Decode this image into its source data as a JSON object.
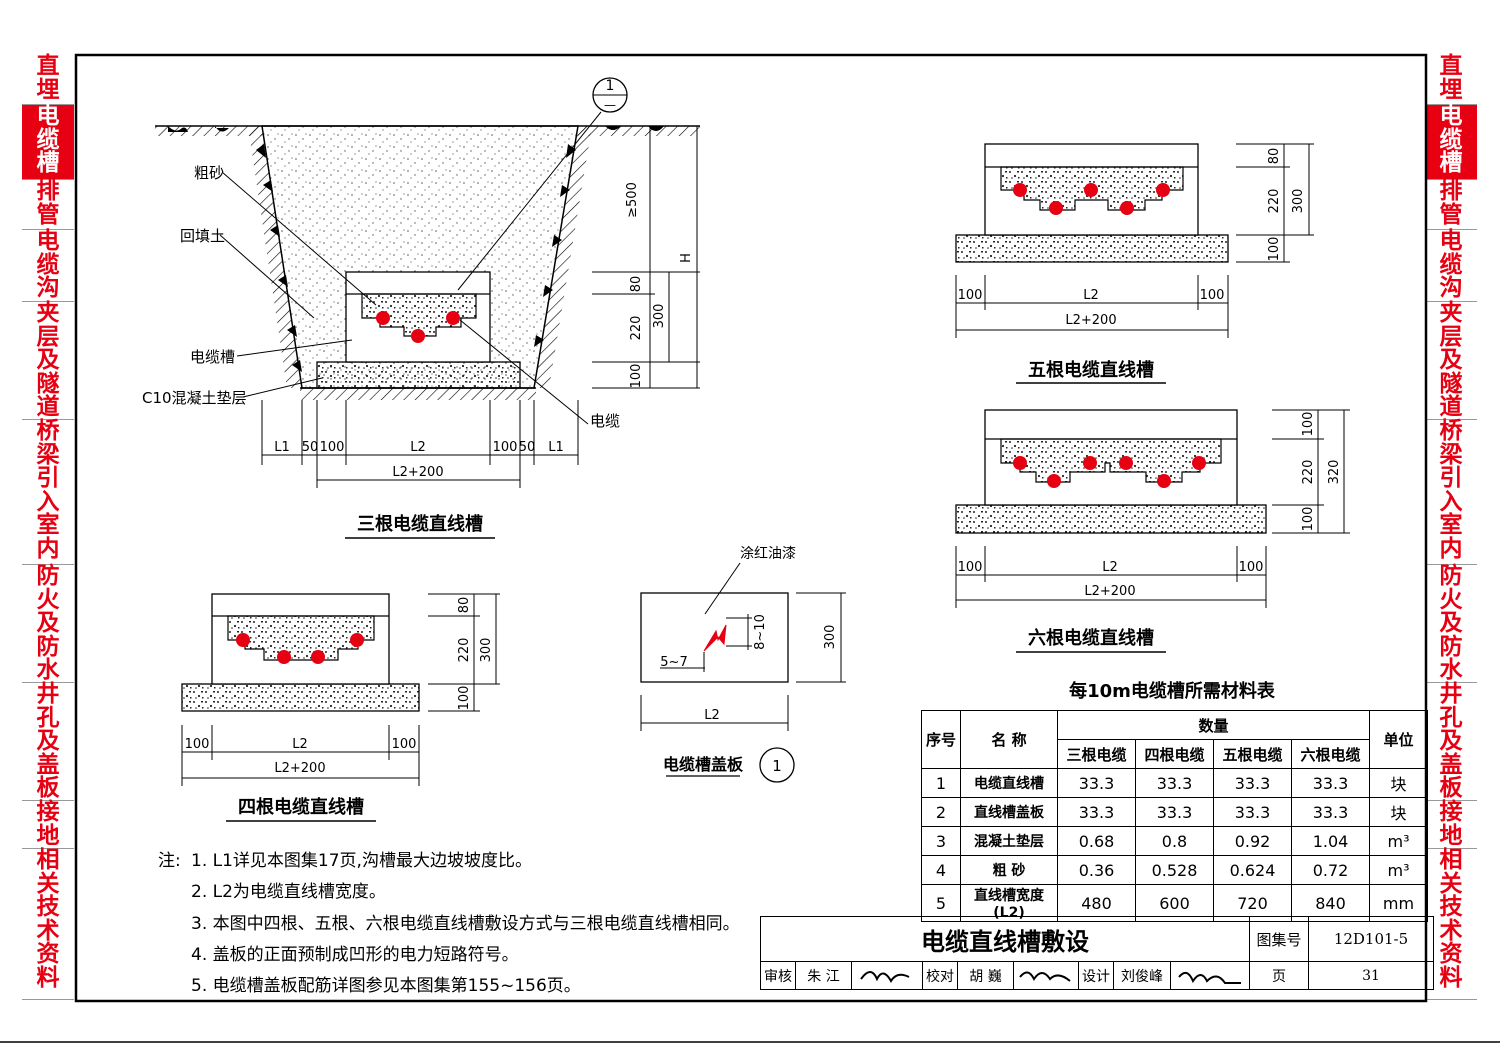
{
  "side_tabs": {
    "left": [
      {
        "text": "直埋",
        "active": false,
        "h": 50
      },
      {
        "text": "电缆槽",
        "active": true,
        "h": 75
      },
      {
        "text": "排管",
        "active": false,
        "h": 50
      },
      {
        "text": "电缆沟",
        "active": false,
        "h": 72
      },
      {
        "text": "夹层及隧道",
        "active": false,
        "h": 118
      },
      {
        "text": "桥梁引入室内",
        "active": false,
        "h": 145
      },
      {
        "text": "防火及防水",
        "active": false,
        "h": 118
      },
      {
        "text": "井孔及盖板",
        "active": false,
        "h": 118
      },
      {
        "text": "接地",
        "active": false,
        "h": 48
      },
      {
        "text": "相关技术资料",
        "active": false,
        "h": 151
      }
    ]
  },
  "drawings": {
    "d3": {
      "title": "三根电缆直线槽",
      "labels": {
        "sand": "粗砂",
        "backfill": "回填土",
        "trough": "电缆槽",
        "concrete": "C10混凝土垫层",
        "cable": "电缆",
        "callout_top": "1",
        "callout_bottom": "—"
      },
      "dims_v": {
        "d500": "≥500",
        "dH": "H",
        "d80": "80",
        "d220": "220",
        "d300": "300",
        "d100": "100"
      },
      "dims_h": {
        "L1a": "L1",
        "d50a": "50",
        "d100a": "100",
        "L2": "L2",
        "d100b": "100",
        "d50b": "50",
        "L1b": "L1",
        "total": "L2+200"
      }
    },
    "d4": {
      "title": "四根电缆直线槽",
      "dims": {
        "d80": "80",
        "d220": "220",
        "d300": "300",
        "d100": "100",
        "l100": "100",
        "L2": "L2",
        "r100": "100",
        "total": "L2+200"
      }
    },
    "d5": {
      "title": "五根电缆直线槽",
      "dims": {
        "d80": "80",
        "d220": "220",
        "d300": "300",
        "d100": "100",
        "l100": "100",
        "L2": "L2",
        "r100": "100",
        "total": "L2+200"
      }
    },
    "d6": {
      "title": "六根电缆直线槽",
      "dims": {
        "d100t": "100",
        "d220": "220",
        "d320": "320",
        "d100": "100",
        "l100": "100",
        "L2": "L2",
        "r100": "100",
        "total": "L2+200"
      }
    },
    "cover": {
      "title": "电缆槽盖板",
      "callout": "1",
      "paint": "涂红油漆",
      "d810": "8~10",
      "d57": "5~7",
      "d300": "300",
      "L2": "L2"
    }
  },
  "table": {
    "title": "每10m电缆槽所需材料表",
    "headers": {
      "seq": "序号",
      "name": "名  称",
      "qty": "数量",
      "unit": "单位",
      "c3": "三根电缆",
      "c4": "四根电缆",
      "c5": "五根电缆",
      "c6": "六根电缆"
    },
    "rows": [
      {
        "seq": "1",
        "name": "电缆直线槽",
        "v3": "33.3",
        "v4": "33.3",
        "v5": "33.3",
        "v6": "33.3",
        "unit": "块"
      },
      {
        "seq": "2",
        "name": "直线槽盖板",
        "v3": "33.3",
        "v4": "33.3",
        "v5": "33.3",
        "v6": "33.3",
        "unit": "块"
      },
      {
        "seq": "3",
        "name": "混凝土垫层",
        "v3": "0.68",
        "v4": "0.8",
        "v5": "0.92",
        "v6": "1.04",
        "unit": "m³"
      },
      {
        "seq": "4",
        "name": "粗      砂",
        "v3": "0.36",
        "v4": "0.528",
        "v5": "0.624",
        "v6": "0.72",
        "unit": "m³"
      },
      {
        "seq": "5",
        "name": "直线槽宽度(L2)",
        "v3": "480",
        "v4": "600",
        "v5": "720",
        "v6": "840",
        "unit": "mm"
      }
    ]
  },
  "notes": {
    "prefix": "注:",
    "items": [
      "1. L1详见本图集17页,沟槽最大边坡坡度比。",
      "2. L2为电缆直线槽宽度。",
      "3. 本图中四根、五根、六根电缆直线槽敷设方式与三根电缆直线槽相同。",
      "4. 盖板的正面预制成凹形的电力短路符号。",
      "5. 电缆槽盖板配筋详图参见本图集第155~156页。"
    ]
  },
  "title_block": {
    "title": "电缆直线槽敷设",
    "atlas_label": "图集号",
    "atlas_no": "12D101-5",
    "review_label": "审核",
    "reviewer": "朱  江",
    "check_label": "校对",
    "checker": "胡  巍",
    "design_label": "设计",
    "designer": "刘俊峰",
    "page_label": "页",
    "page_no": "31"
  },
  "colors": {
    "accent": "#e60012",
    "line": "#000000"
  }
}
